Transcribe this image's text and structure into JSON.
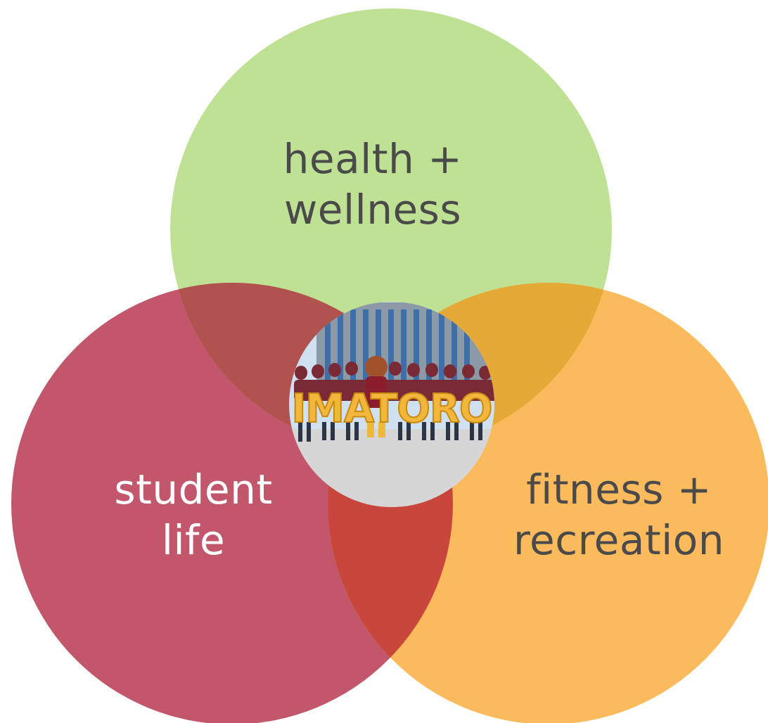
{
  "diagram": {
    "circles": [
      {
        "id": "health-wellness",
        "label_lines": [
          "health +",
          "wellness"
        ],
        "color": "#bfe193",
        "text_color": "#4a4a4a"
      },
      {
        "id": "student-life",
        "label_lines": [
          "student",
          "life"
        ],
        "color": "#c2566a",
        "text_color": "#ffffff"
      },
      {
        "id": "fitness-recreation",
        "label_lines": [
          "fitness +",
          "recreation"
        ],
        "color": "#fbbb5c",
        "text_color": "#4a4a4a"
      }
    ],
    "overlap_colors": {
      "health_student": "#b0534f",
      "health_fitness": "#e5a937",
      "student_fitness": "#c8463c"
    },
    "center_photo": {
      "banner_text": "IMATORO",
      "banner_color": "#f2b73a",
      "sky_color": "#cfe0f0",
      "ground_color": "#d6d6d6"
    }
  }
}
